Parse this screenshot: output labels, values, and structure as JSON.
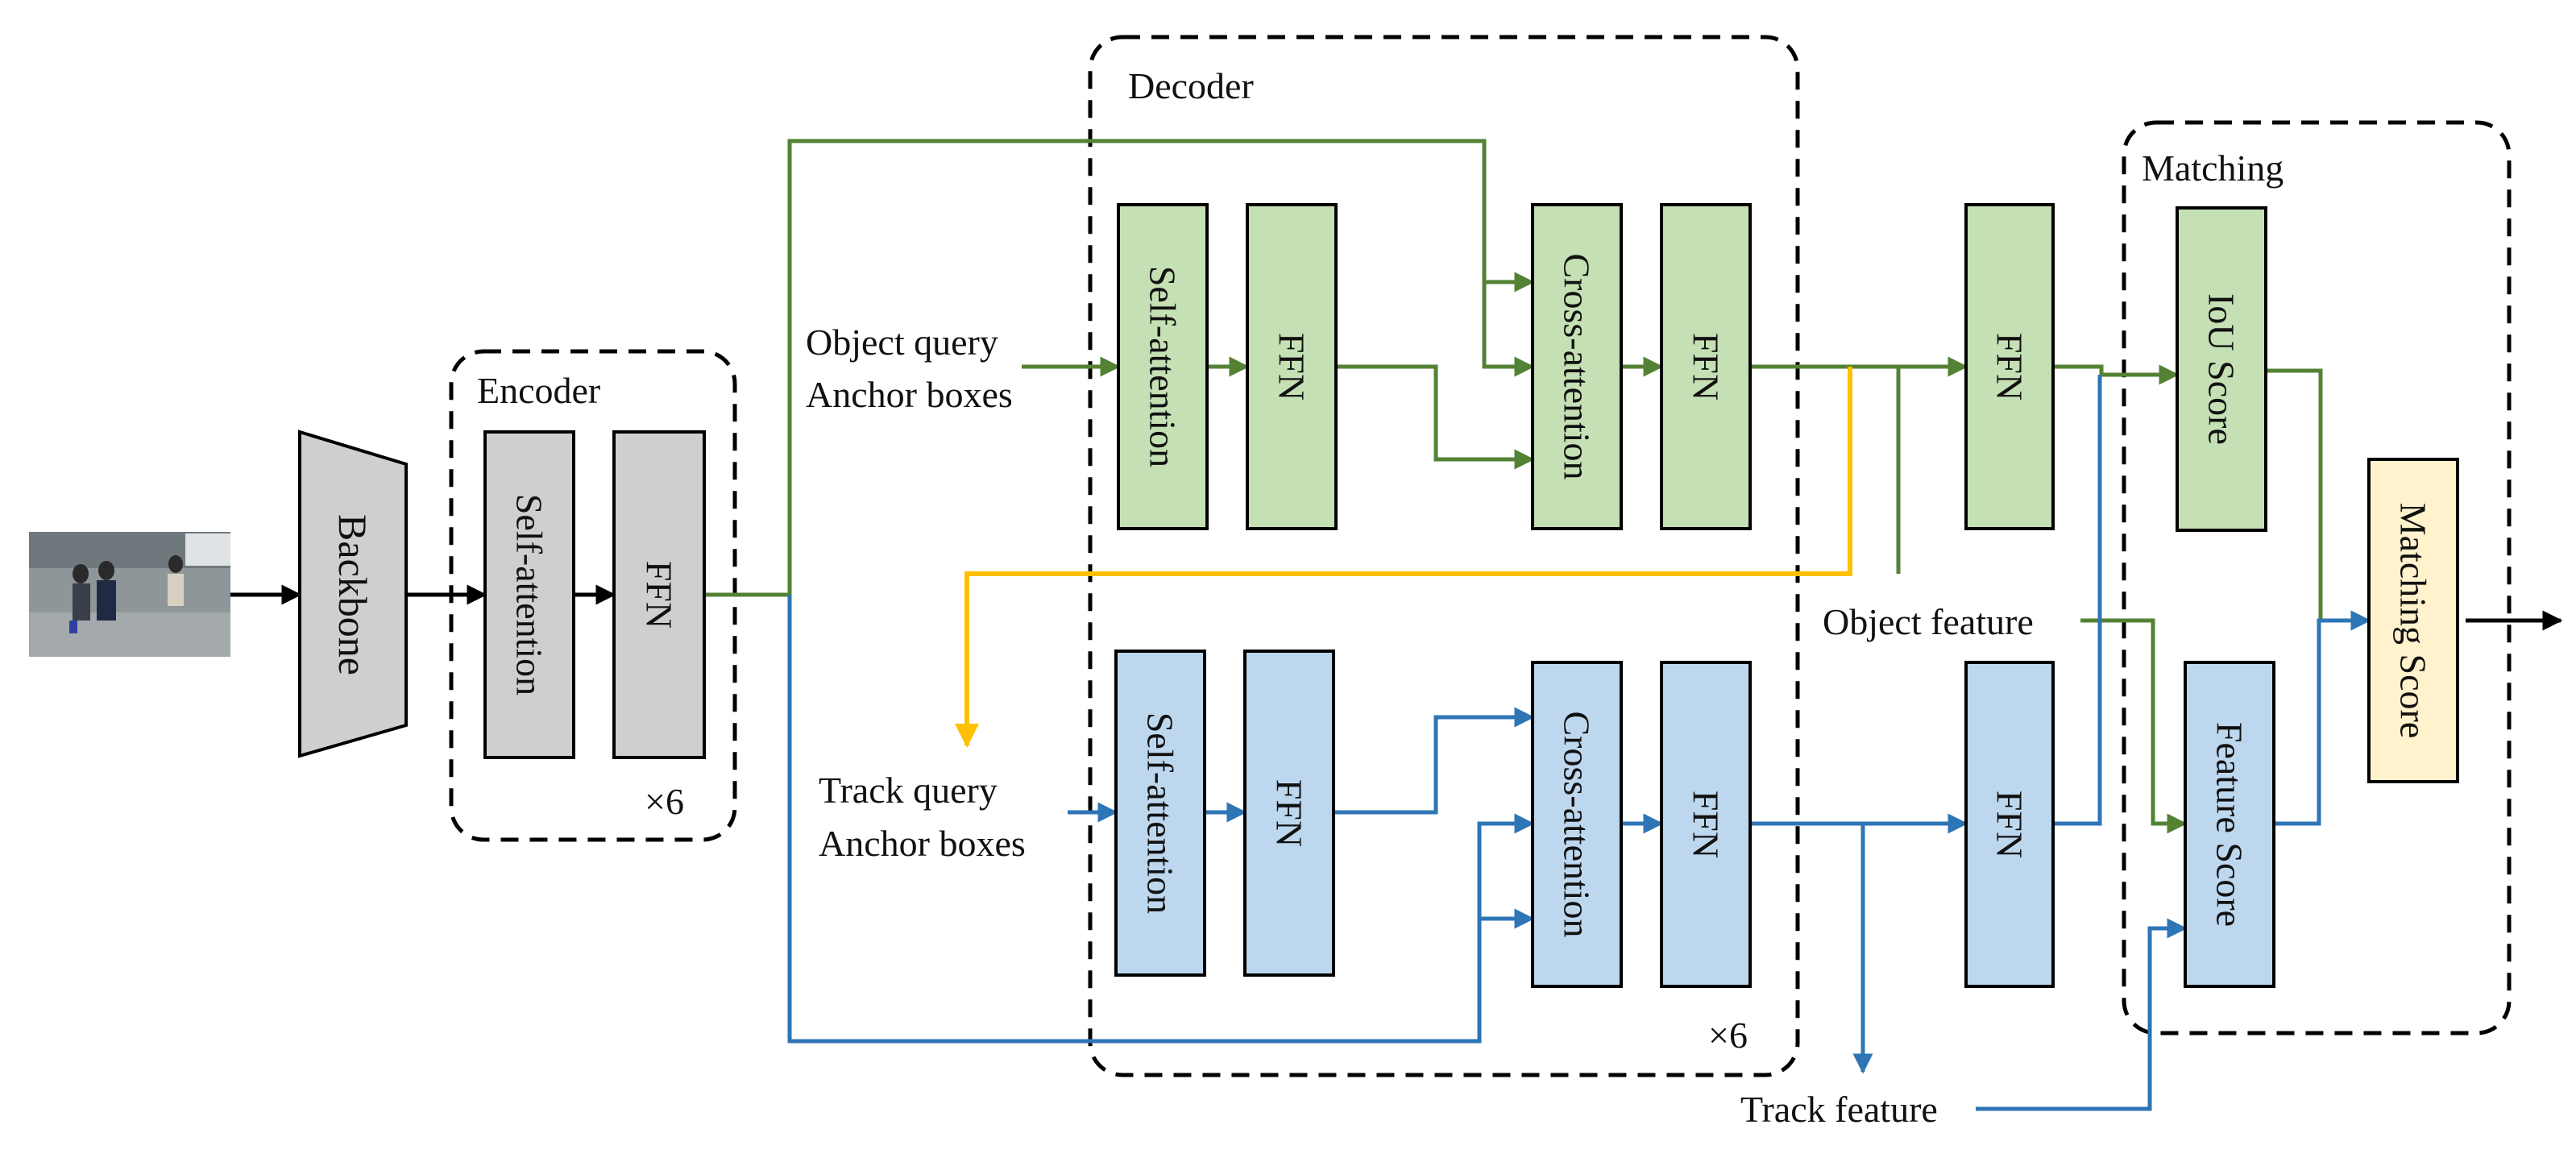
{
  "groups": {
    "encoder": "Encoder",
    "decoder": "Decoder",
    "matching": "Matching",
    "encoder_repeat": "×6",
    "decoder_repeat": "×6"
  },
  "blocks": {
    "backbone": "Backbone",
    "enc_self_attention": "Self-attention",
    "enc_ffn": "FFN",
    "obj_self_attention": "Self-attention",
    "obj_ffn1": "FFN",
    "obj_cross_attention": "Cross-attention",
    "obj_ffn2": "FFN",
    "obj_ffn3": "FFN",
    "trk_self_attention": "Self-attention",
    "trk_ffn1": "FFN",
    "trk_cross_attention": "Cross-attention",
    "trk_ffn2": "FFN",
    "trk_ffn3": "FFN",
    "iou_score": "IoU Score",
    "feature_score": "Feature Score",
    "matching_score": "Matching Score"
  },
  "labels": {
    "object_query": "Object query",
    "object_anchor": "Anchor boxes",
    "track_query": "Track query",
    "track_anchor": "Anchor boxes",
    "object_feature": "Object feature",
    "track_feature": "Track feature"
  },
  "colors": {
    "green_fill": "#c5e0b4",
    "green_line": "#548235",
    "blue_fill": "#bdd7ee",
    "blue_line": "#2e75b6",
    "gray_fill": "#d0cece",
    "yellow_line": "#ffc000",
    "match_fill": "#fff2cc"
  }
}
